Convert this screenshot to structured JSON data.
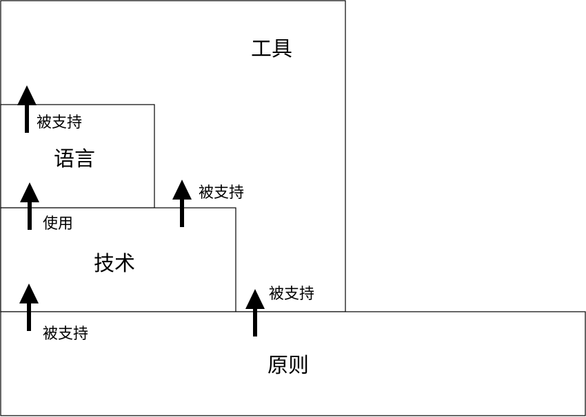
{
  "boxes": {
    "tools": "工具",
    "language": "语言",
    "technique": "技术",
    "principle": "原则"
  },
  "edges": {
    "language_to_tools": "被支持",
    "technique_to_language": "使用",
    "technique_to_tools": "被支持",
    "principle_to_technique": "被支持",
    "principle_to_tools": "被支持"
  },
  "colors": {
    "stroke": "#000000",
    "fill": "#ffffff"
  },
  "icons": {
    "arrow": "arrow-up-icon"
  }
}
